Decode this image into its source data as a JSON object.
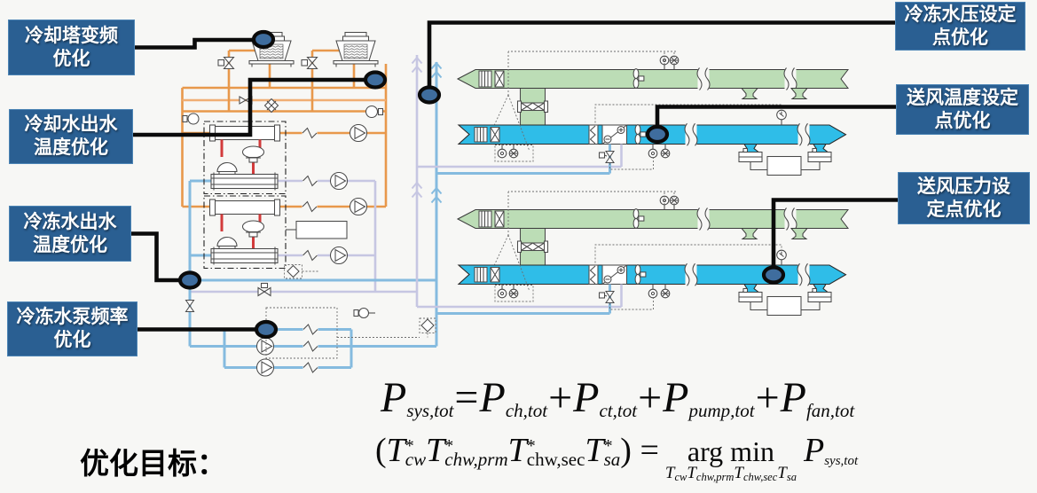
{
  "slide": {
    "background": "#f7f7f5",
    "objective_label": "优化目标："
  },
  "labels": {
    "cooling_tower_vfd": {
      "line1": "冷却塔变频",
      "line2": "优化"
    },
    "cooling_water_outlet_temp": {
      "line1": "冷却水出水",
      "line2": "温度优化"
    },
    "chilled_water_outlet_temp": {
      "line1": "冷冻水出水",
      "line2": "温度优化"
    },
    "chilled_water_pump_freq": {
      "line1": "冷冻水泵频率",
      "line2": "优化"
    },
    "chilled_water_pressure_sp": {
      "line1": "冷冻水压设定",
      "line2": "点优化"
    },
    "supply_air_temp_sp": {
      "line1": "送风温度设定",
      "line2": "点优化"
    },
    "supply_air_pressure_sp": {
      "line1": "送风压力设",
      "line2": "定点优化"
    }
  },
  "formulas": {
    "power_balance": {
      "p1": "P",
      "s1": "sys,tot",
      "op1": "=",
      "p2": "P",
      "s2": "ch,tot",
      "op2": "+",
      "p3": "P",
      "s3": "ct,tot",
      "op3": "+",
      "p4": "P",
      "s4": "pump,tot",
      "op4": "+",
      "p5": "P",
      "s5": "fan,tot"
    },
    "argmin": {
      "open": "(",
      "t1": "T",
      "star1": "*",
      "sub1": "cw",
      "t2": "T",
      "star2": "*",
      "sub2": "chw,prm",
      "t3": "T",
      "star3": "*",
      "sub3": "chw,sec",
      "t4": "T",
      "star4": "*",
      "sub4": "sa",
      "close": ")",
      "eq": "=",
      "operator": "arg min",
      "u1": "T",
      "us1": "cw",
      "u2": "T",
      "us2": "chw,prm",
      "u3": "T",
      "us3": "chw,sec",
      "u4": "T",
      "us4": "sa",
      "obj": "P",
      "objsub": "sys,tot"
    }
  },
  "icons": [
    "cooling-tower-icon",
    "tower-valve-icon",
    "chiller-icon",
    "pump-icon",
    "flexible-connector-icon",
    "temperature-sensor-icon",
    "humidity-sensor-icon",
    "pressure-sensor-icon",
    "fan-icon",
    "duct-break-icon",
    "return-air-inlet-icon",
    "vav-terminal-icon",
    "flow-arrow-icon"
  ],
  "colors": {
    "background": "#f7f7f5",
    "label_box_fill": "#2A5F92",
    "label_box_border": "#4d85b5",
    "label_text": "#ffffff",
    "callout_line": "#0b0b0b",
    "anchor_fill": "#3F6D9E",
    "condenser_water_pipe": "#E8984B",
    "refrigerant_pipe": "#D23B3B",
    "primary_chw_pipe": "#C6C6E2",
    "secondary_chw_pipe": "#85BBDF",
    "return_air_duct": "#BCDDB6",
    "supply_air_duct": "#2FBDE8",
    "formula_text": "#0a0a0a"
  }
}
